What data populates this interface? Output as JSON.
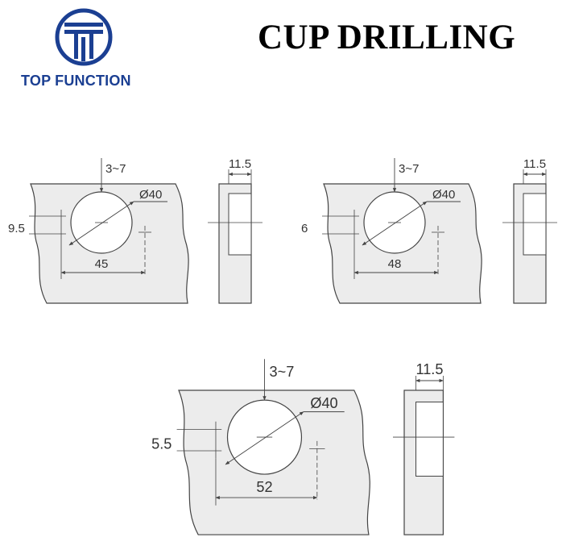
{
  "brand": {
    "name": "TOP FUNCTION",
    "color": "#1b3f92",
    "logo_icon": "tf-monogram-icon"
  },
  "title": "CUP DRILLING",
  "colors": {
    "panel_fill": "#ececec",
    "line": "#444444"
  },
  "diagrams": [
    {
      "id": "45",
      "front": {
        "depth_range": "3~7",
        "cup_diameter": "Ø40",
        "edge_distance": "9.5",
        "hole_spacing": "45"
      },
      "side": {
        "cup_depth": "11.5"
      }
    },
    {
      "id": "48",
      "front": {
        "depth_range": "3~7",
        "cup_diameter": "Ø40",
        "edge_distance": "6",
        "hole_spacing": "48"
      },
      "side": {
        "cup_depth": "11.5"
      }
    },
    {
      "id": "52",
      "front": {
        "depth_range": "3~7",
        "cup_diameter": "Ø40",
        "edge_distance": "5.5",
        "hole_spacing": "52"
      },
      "side": {
        "cup_depth": "11.5"
      }
    }
  ]
}
